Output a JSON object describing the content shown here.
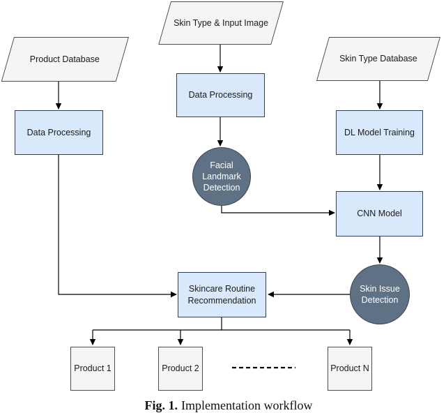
{
  "figure": {
    "caption_prefix": "Fig. 1.",
    "caption_text": "Implementation workflow"
  },
  "diagram": {
    "nodes": {
      "product_database": {
        "label": "Product Database",
        "shape": "parallelogram"
      },
      "skin_type_input_image": {
        "label": "Skin Type & Input Image",
        "shape": "parallelogram"
      },
      "skin_type_database": {
        "label": "Skin Type Database",
        "shape": "parallelogram"
      },
      "data_processing_left": {
        "label": "Data Processing",
        "shape": "rectangle"
      },
      "data_processing_center": {
        "label": "Data Processing",
        "shape": "rectangle"
      },
      "dl_model_training": {
        "label": "DL Model Training",
        "shape": "rectangle"
      },
      "facial_landmark_detection": {
        "label": "Facial Landmark Detection",
        "shape": "circle"
      },
      "cnn_model": {
        "label": "CNN Model",
        "shape": "rectangle"
      },
      "skin_issue_detection": {
        "label": "Skin Issue Detection",
        "shape": "circle"
      },
      "skincare_routine_recommendation": {
        "label": "Skincare Routine Recommendation",
        "shape": "rectangle"
      },
      "product_1": {
        "label": "Product 1",
        "shape": "rectangle"
      },
      "product_2": {
        "label": "Product 2",
        "shape": "rectangle"
      },
      "product_n": {
        "label": "Product N",
        "shape": "rectangle"
      }
    },
    "edges": [
      {
        "from": "product_database",
        "to": "data_processing_left"
      },
      {
        "from": "skin_type_input_image",
        "to": "data_processing_center"
      },
      {
        "from": "skin_type_database",
        "to": "dl_model_training"
      },
      {
        "from": "data_processing_center",
        "to": "facial_landmark_detection"
      },
      {
        "from": "facial_landmark_detection",
        "to": "cnn_model"
      },
      {
        "from": "dl_model_training",
        "to": "cnn_model"
      },
      {
        "from": "cnn_model",
        "to": "skin_issue_detection"
      },
      {
        "from": "skin_issue_detection",
        "to": "skincare_routine_recommendation"
      },
      {
        "from": "data_processing_left",
        "to": "skincare_routine_recommendation"
      },
      {
        "from": "skincare_routine_recommendation",
        "to": "product_1"
      },
      {
        "from": "skincare_routine_recommendation",
        "to": "product_2"
      },
      {
        "from": "skincare_routine_recommendation",
        "to": "product_n"
      },
      {
        "style": "dashed-ellipsis",
        "between": [
          "product_2",
          "product_n"
        ]
      }
    ],
    "colors": {
      "process_fill": "#dae8fc",
      "process_border": "#31405a",
      "io_fill": "#f5f5f5",
      "io_border": "#4d4d4d",
      "stage_fill": "#5f7285",
      "stage_border": "#39434e",
      "connector": "#000000",
      "label_text": "#1a1a1a",
      "stage_text": "#ffffff",
      "background": "#ffffff"
    }
  }
}
